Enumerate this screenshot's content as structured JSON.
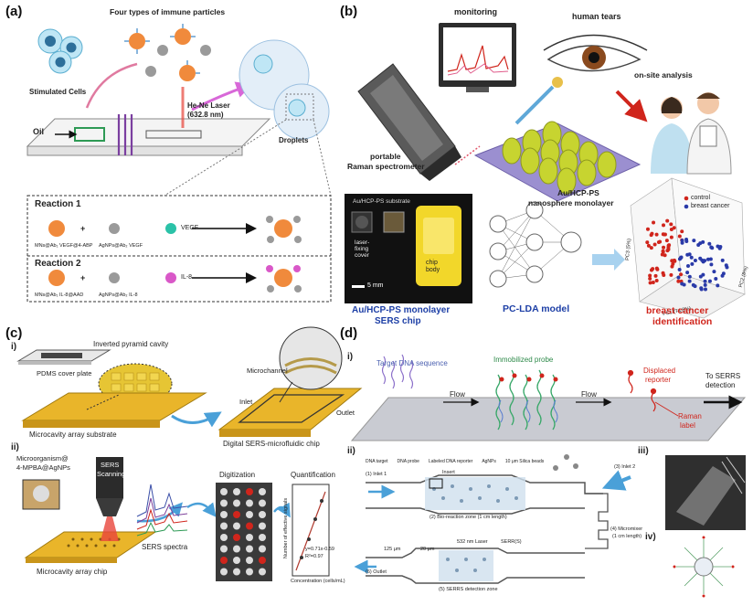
{
  "panel_a": {
    "letter": "(a)",
    "title": "Four types of immune particles",
    "stimulated_cells": "Stimulated Cells",
    "oil": "Oil",
    "laser": "He-Ne Laser",
    "laser_wl": "(632.8 nm)",
    "droplets": "Droplets",
    "reaction1": "Reaction 1",
    "reaction2": "Reaction 2",
    "r1_left": "MNs@Ab₁ VEGF@4-ABP",
    "r1_right": "AgNPs@Ab₂ VEGF",
    "r1_target": "VEGF",
    "r2_left": "MNs@Ab₁ IL-8@AAD",
    "r2_right": "AgNPs@Ab₂ IL-8",
    "r2_target": "IL-8",
    "plus": "+"
  },
  "panel_b": {
    "letter": "(b)",
    "monitoring": "monitoring",
    "human_tears": "human tears",
    "onsite": "on-site analysis",
    "portable": "portable",
    "raman": "Raman spectrometer",
    "monolayer_label1": "Au/HCP-PS",
    "monolayer_label2": "nanosphere monolayer",
    "substrate": "Au/HCP-PS substrate",
    "laser_fixing": "laser-\nfixing\ncover",
    "chip_body": "chip\nbody",
    "scale": "5 mm",
    "chip_caption1": "Au/HCP-PS monolayer",
    "chip_caption2": "SERS chip",
    "pclda": "PC-LDA model",
    "legend_control": "control",
    "legend_cancer": "breast cancer",
    "caption_cancer1": "breast cancer",
    "caption_cancer2": "identification",
    "axis_pc1": "PC1 (74.8%)",
    "axis_pc2": "PC2 (8%)",
    "axis_pc3": "PC3 (5%)"
  },
  "panel_c": {
    "letter": "(c)",
    "sub_i": "i)",
    "sub_ii": "ii)",
    "pyramid": "Inverted pyramid cavity",
    "pdms": "PDMS cover plate",
    "microchannel": "Microchannel",
    "inlet": "Inlet",
    "outlet": "Outlet",
    "array_substrate": "Microcavity array substrate",
    "digital_chip": "Digital SERS-microfluidic chip",
    "microorganism1": "Microorganism@",
    "microorganism2": "4-MPBA@AgNPs",
    "sers": "SERS",
    "scanning": "Scanning",
    "sers_spectra": "SERS spectra",
    "digitization": "Digitization",
    "quantification": "Quantification",
    "array_chip": "Microcavity array chip",
    "quant_x": "Concentration (cells/mL)",
    "quant_y": "Number of effective signals",
    "fit1": "y=0.71x-0.59",
    "fit2": "R²=0.97"
  },
  "panel_d": {
    "letter": "(d)",
    "sub_i": "i)",
    "sub_ii": "ii)",
    "sub_iii": "iii)",
    "sub_iv": "iv)",
    "target": "Target DNA sequence",
    "immobilized": "Immobilized probe",
    "flow": "Flow",
    "flow2": "Flow",
    "displaced1": "Displaced",
    "displaced2": "reporter",
    "to_serrs1": "To SERRS",
    "to_serrs2": "detection",
    "raman_label1": "Raman",
    "raman_label2": "label",
    "legend": [
      "DNA target",
      "DNA probe",
      "Labeled DNA reporter",
      "AgNPs",
      "10 μm Silica beads"
    ],
    "inlet1": "(1) Inlet 1",
    "inlet2": "(3) Inlet 2",
    "insert": "Insert",
    "reaction_zone": "(2) Bio-reaction zone (1 cm length)",
    "micromixer": "(4) Micromixer",
    "micromixer2": "(1 cm length)",
    "laser": "532 nm Laser",
    "serrs": "SERR(S)",
    "outlet": "(6) Outlet",
    "detection_zone": "(5) SERRS detection zone",
    "d125": "125 μm",
    "d20": "20 μm"
  }
}
